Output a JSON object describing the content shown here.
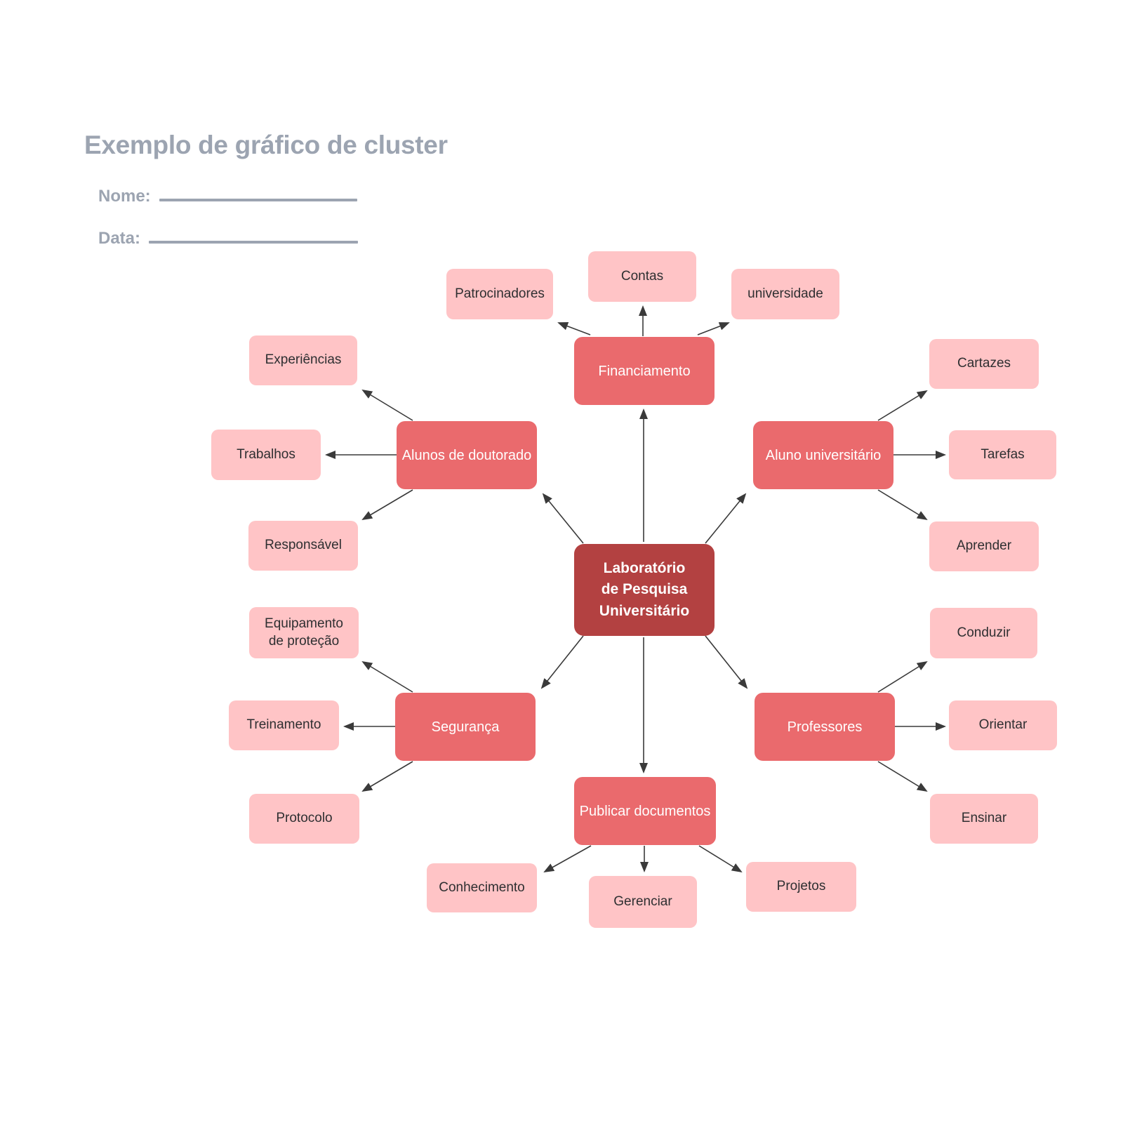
{
  "header": {
    "title": "Exemplo de gráfico de cluster",
    "name_label": "Nome:",
    "date_label": "Data:"
  },
  "diagram": {
    "center": {
      "label": "Laboratório\nde Pesquisa\nUniversitário"
    },
    "clusters": [
      {
        "label": "Financiamento",
        "children": [
          "Patrocinadores",
          "Contas",
          "universidade"
        ]
      },
      {
        "label": "Alunos de doutorado",
        "children": [
          "Experiências",
          "Trabalhos",
          "Responsável"
        ]
      },
      {
        "label": "Aluno universitário",
        "children": [
          "Cartazes",
          "Tarefas",
          "Aprender"
        ]
      },
      {
        "label": "Segurança",
        "children": [
          "Equipamento\nde proteção",
          "Treinamento",
          "Protocolo"
        ]
      },
      {
        "label": "Professores",
        "children": [
          "Conduzir",
          "Orientar",
          "Ensinar"
        ]
      },
      {
        "label": "Publicar documentos",
        "children": [
          "Conhecimento",
          "Gerenciar",
          "Projetos"
        ]
      }
    ]
  },
  "colors": {
    "center_node": "#B34141",
    "branch_node": "#EA6A6D",
    "leaf_node": "#FFC4C6",
    "arrow": "#3a3a3a",
    "title_text": "#9CA4B1",
    "leaf_text": "#2E2F31",
    "node_text": "#FFFFFF"
  }
}
